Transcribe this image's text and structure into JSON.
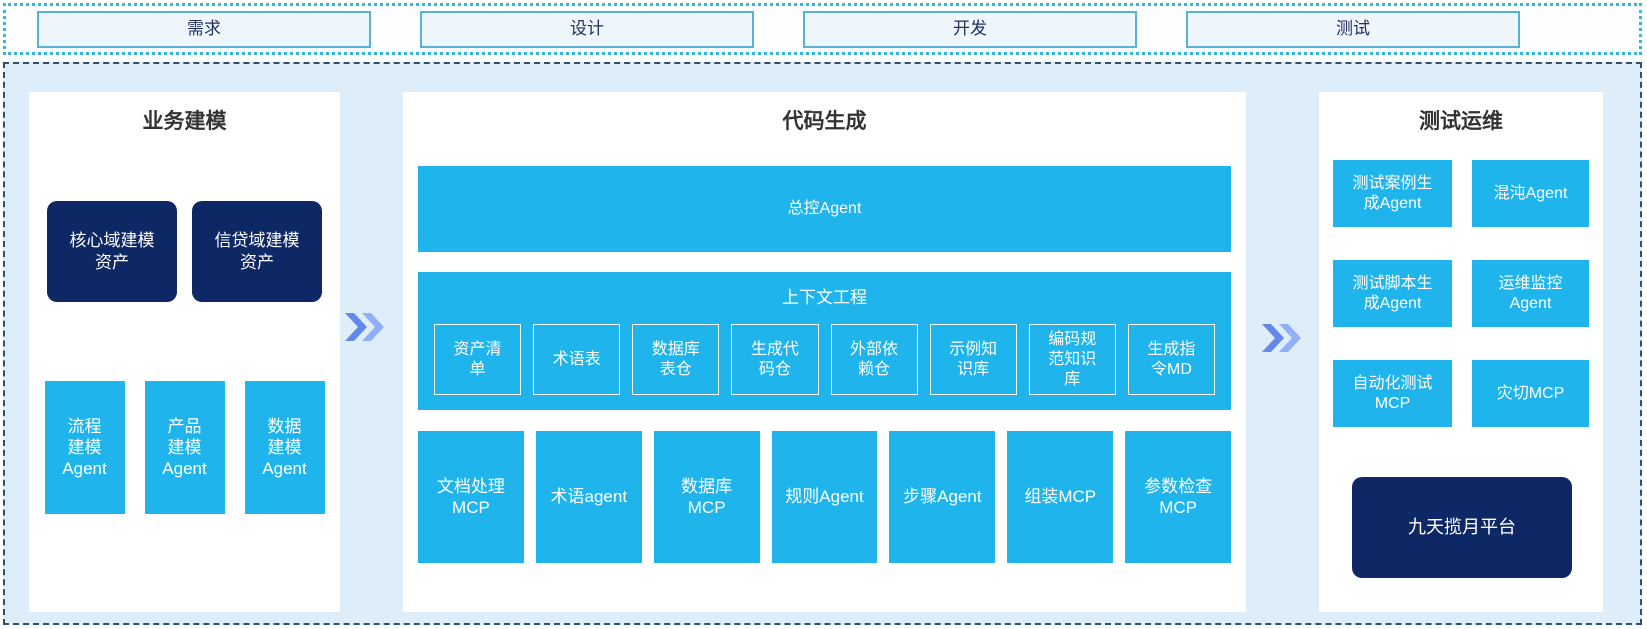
{
  "phases": {
    "items": [
      {
        "label": "需求"
      },
      {
        "label": "设计"
      },
      {
        "label": "开发"
      },
      {
        "label": "测试"
      }
    ]
  },
  "business_modeling": {
    "title": "业务建模",
    "asset_boxes": [
      {
        "label": "核心域建模\n资产"
      },
      {
        "label": "信贷域建模\n资产"
      }
    ],
    "agent_boxes": [
      {
        "label": "流程\n建模\nAgent"
      },
      {
        "label": "产品\n建模\nAgent"
      },
      {
        "label": "数据\n建模\nAgent"
      }
    ]
  },
  "code_generation": {
    "title": "代码生成",
    "master_agent_label": "总控Agent",
    "context_engineering": {
      "title": "上下文工程",
      "items": [
        {
          "label": "资产清\n单"
        },
        {
          "label": "术语表"
        },
        {
          "label": "数据库\n表仓"
        },
        {
          "label": "生成代\n码仓"
        },
        {
          "label": "外部依\n赖仓"
        },
        {
          "label": "示例知\n识库"
        },
        {
          "label": "编码规\n范知识\n库"
        },
        {
          "label": "生成指\n令MD"
        }
      ]
    },
    "tool_boxes": [
      {
        "label": "文档处理\nMCP"
      },
      {
        "label": "术语agent"
      },
      {
        "label": "数据库\nMCP"
      },
      {
        "label": "规则Agent"
      },
      {
        "label": "步骤Agent"
      },
      {
        "label": "组装MCP"
      },
      {
        "label": "参数检查\nMCP"
      }
    ]
  },
  "test_ops": {
    "title": "测试运维",
    "boxes": [
      {
        "label": "测试案例生\n成Agent"
      },
      {
        "label": "混沌Agent"
      },
      {
        "label": "测试脚本生\n成Agent"
      },
      {
        "label": "运维监控\nAgent"
      },
      {
        "label": "自动化测试\nMCP"
      },
      {
        "label": "灾切MCP"
      }
    ],
    "platform_label": "九天揽月平台"
  },
  "colors": {
    "cyan_box": "#1fb4eb",
    "navy_box": "#0e2765",
    "container_bg": "#ddeefa",
    "panel_bg": "#ffffff",
    "phase_border": "#35b5da",
    "phase_fill": "#eef6fb",
    "phase_text": "#1f3060",
    "dashed_border": "#30506e",
    "title_text": "#333333",
    "arrow_blue_dark": "#6488e8",
    "arrow_blue_light": "#8fb0f5"
  }
}
